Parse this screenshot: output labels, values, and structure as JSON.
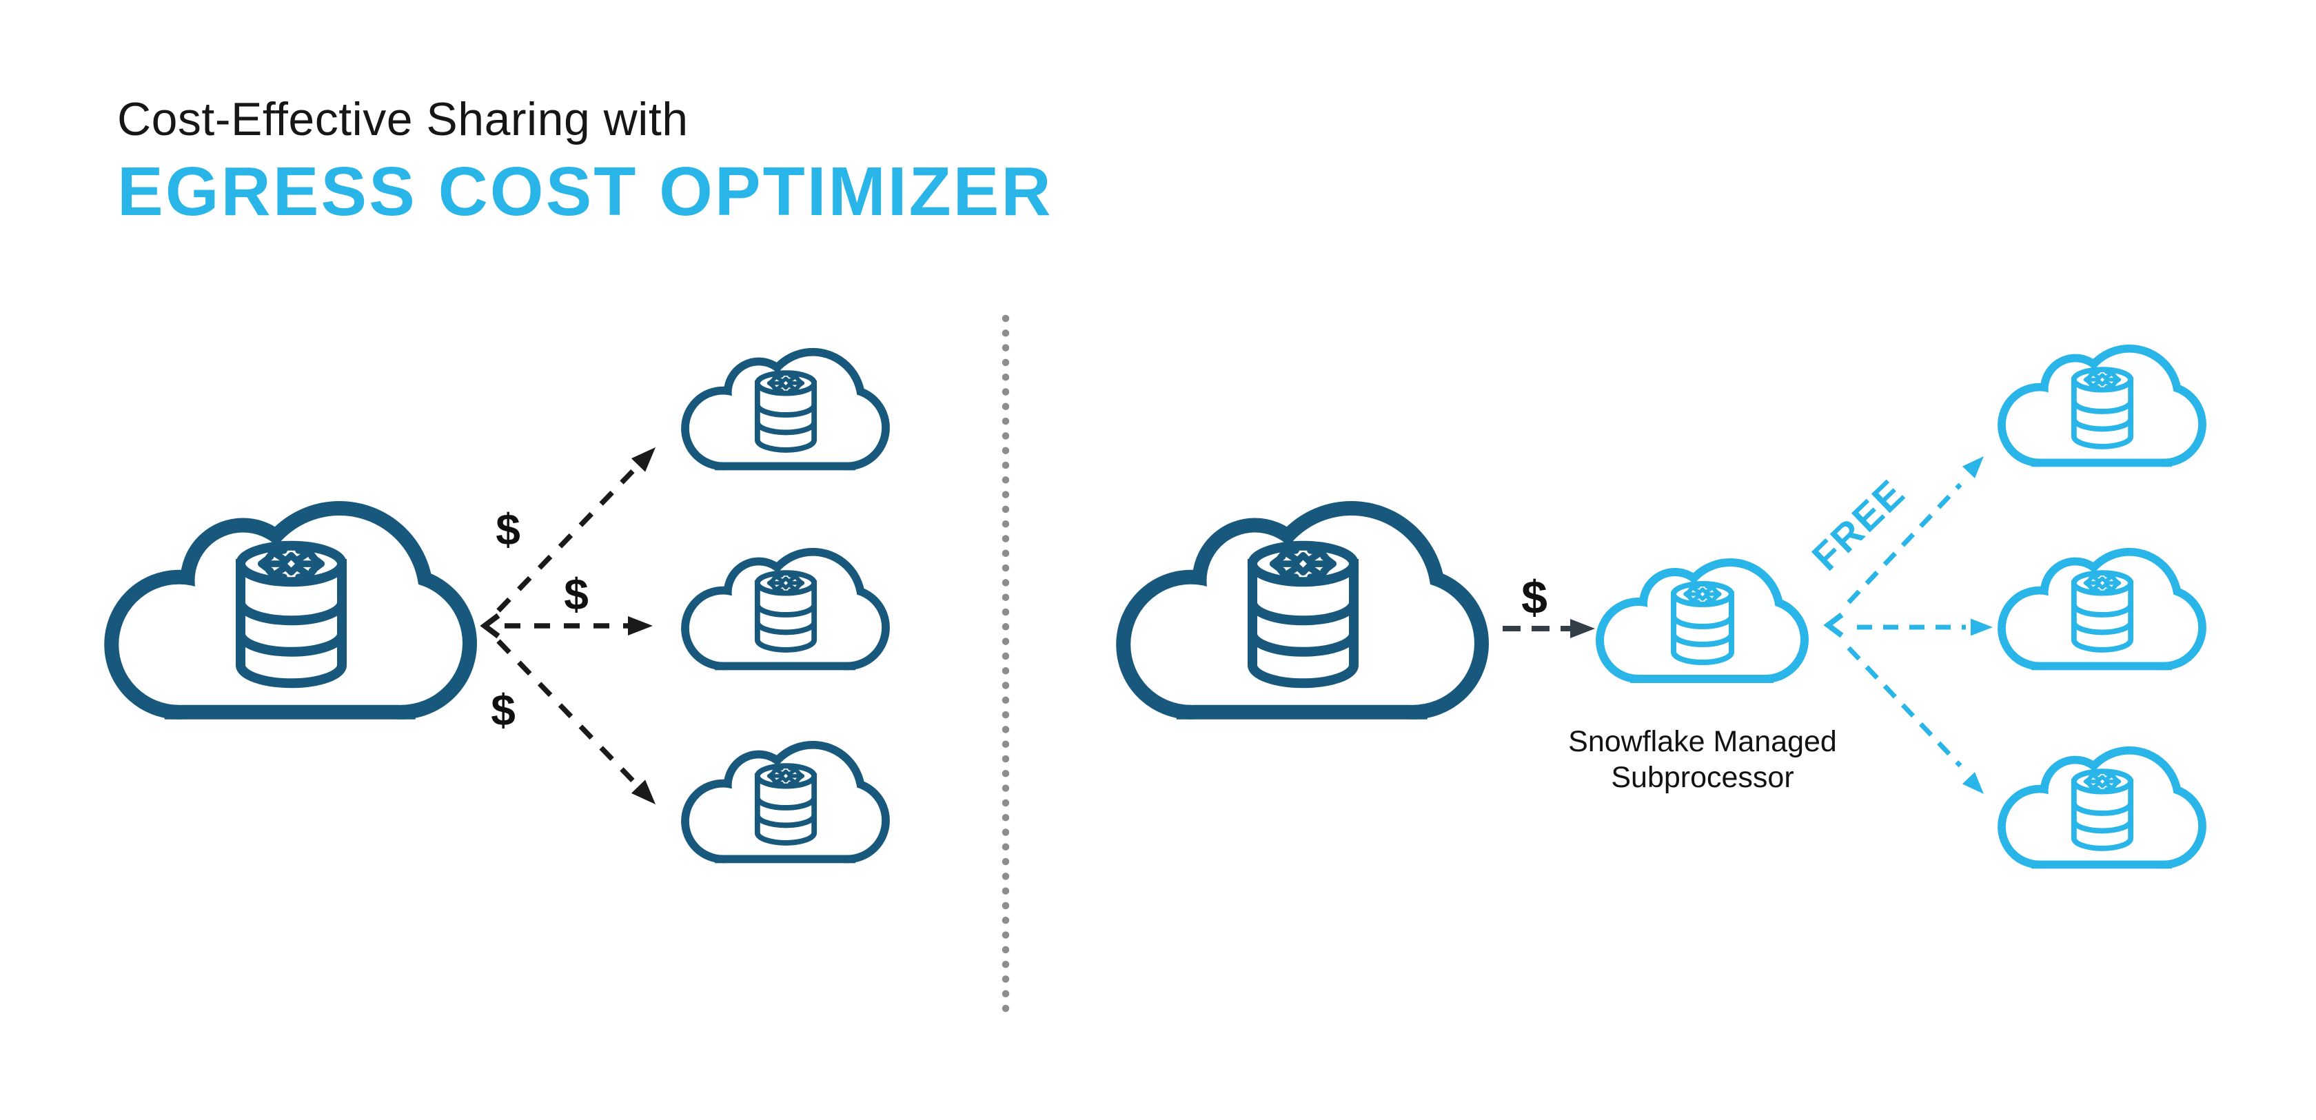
{
  "page": {
    "background_color": "#FFFFFF"
  },
  "title": {
    "line1": "Cost-Effective Sharing with",
    "line2": "EGRESS COST OPTIMIZER"
  },
  "colors": {
    "brand_blue": "#29B5E8",
    "dark_navy_cloud": "#17587C",
    "arrow_black": "#1A1A1A",
    "arrow_dark_slate": "#333E48",
    "divider_gray": "#8D8D8D",
    "heading_text": "#161616",
    "caption_text": "#121212"
  },
  "left_diagram": {
    "cost_labels": [
      "$",
      "$",
      "$"
    ]
  },
  "right_diagram": {
    "cost_label": "$",
    "free_label": "FREE",
    "caption_line1": "Snowflake Managed",
    "caption_line2": "Subprocessor"
  },
  "icons": {
    "cloud": "cloud-icon",
    "database": "snowflake-database-icon",
    "snowflake": "snowflake-logo-icon",
    "dashed_arrow": "dashed-arrow-icon",
    "divider": "dotted-divider"
  }
}
